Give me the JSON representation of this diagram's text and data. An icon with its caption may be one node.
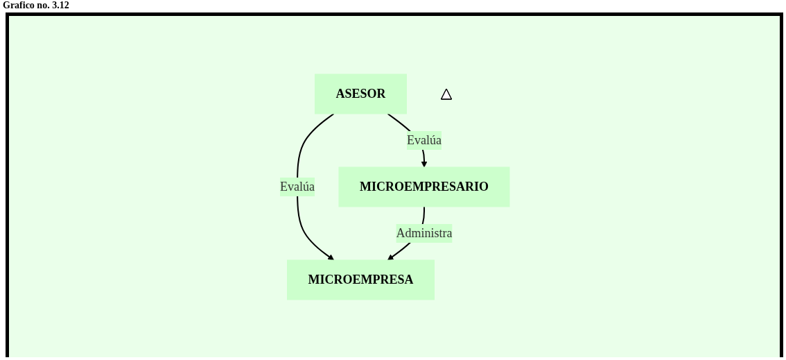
{
  "diagram": {
    "title": "Grafico no. 3.12",
    "nodes": [
      {
        "text": [
          "ASESOR"
        ]
      },
      {
        "text": [
          "MICROEMPRESARIO"
        ]
      },
      {
        "text": [
          "MICROEMPRESA"
        ]
      },
      {
        "text": [],
        "shape": "triangle"
      }
    ],
    "edges": [
      {
        "from": 0,
        "to": 1,
        "arrow": "to",
        "label": "Evalúa"
      },
      {
        "from": 0,
        "to": 2,
        "arrow": "to",
        "label": "Evalúa"
      },
      {
        "from": 1,
        "to": 2,
        "arrow": "to",
        "label": "Administra"
      }
    ]
  }
}
